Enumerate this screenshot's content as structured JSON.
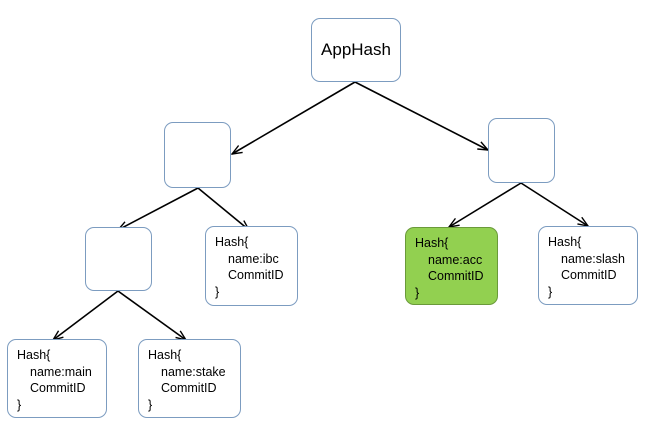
{
  "root": {
    "label": "AppHash"
  },
  "leaves": {
    "main": {
      "open": "Hash{",
      "name": "name:main",
      "commit": "CommitID",
      "close": "}"
    },
    "stake": {
      "open": "Hash{",
      "name": "name:stake",
      "commit": "CommitID",
      "close": "}"
    },
    "ibc": {
      "open": "Hash{",
      "name": "name:ibc",
      "commit": "CommitID",
      "close": "}"
    },
    "acc": {
      "open": "Hash{",
      "name": "name:acc",
      "commit": "CommitID",
      "close": "}"
    },
    "slash": {
      "open": "Hash{",
      "name": "name:slash",
      "commit": "CommitID",
      "close": "}"
    }
  },
  "colors": {
    "node_border": "#7c9cc0",
    "highlight_fill": "#92d050",
    "edge": "#000000"
  }
}
